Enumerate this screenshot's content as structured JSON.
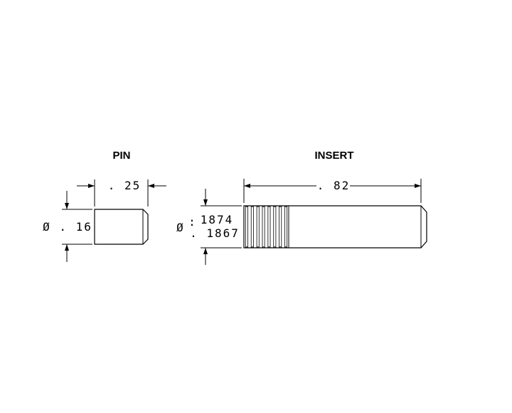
{
  "pin": {
    "title": "PIN",
    "length_dim": ". 25",
    "diameter_dim": "Ø . 16"
  },
  "insert": {
    "title": "INSERT",
    "length_dim": ". 82",
    "diameter_symbol": "Ø",
    "diameter_max": "1874",
    "diameter_min": ". 1867",
    "knurl_groove_count": 8
  }
}
